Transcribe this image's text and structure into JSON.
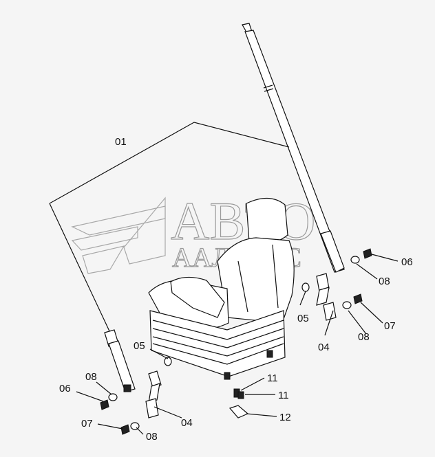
{
  "watermark": {
    "line1": "АВТО",
    "line2": "ААЛЬЯНС"
  },
  "callouts": [
    {
      "id": "c01",
      "text": "01"
    },
    {
      "id": "c06a",
      "text": "06"
    },
    {
      "id": "c08a",
      "text": "08"
    },
    {
      "id": "c05a",
      "text": "05"
    },
    {
      "id": "c07a",
      "text": "07"
    },
    {
      "id": "c08b",
      "text": "08"
    },
    {
      "id": "c04a",
      "text": "04"
    },
    {
      "id": "c05b",
      "text": "05"
    },
    {
      "id": "c04b",
      "text": "04"
    },
    {
      "id": "c06b",
      "text": "06"
    },
    {
      "id": "c08c",
      "text": "08"
    },
    {
      "id": "c07b",
      "text": "07"
    },
    {
      "id": "c08d",
      "text": "08"
    },
    {
      "id": "c11a",
      "text": "11"
    },
    {
      "id": "c11b",
      "text": "11"
    },
    {
      "id": "c12",
      "text": "12"
    }
  ],
  "colors": {
    "line": "#111111",
    "watermark": "#9a9a9a",
    "background": "#f5f5f5"
  }
}
